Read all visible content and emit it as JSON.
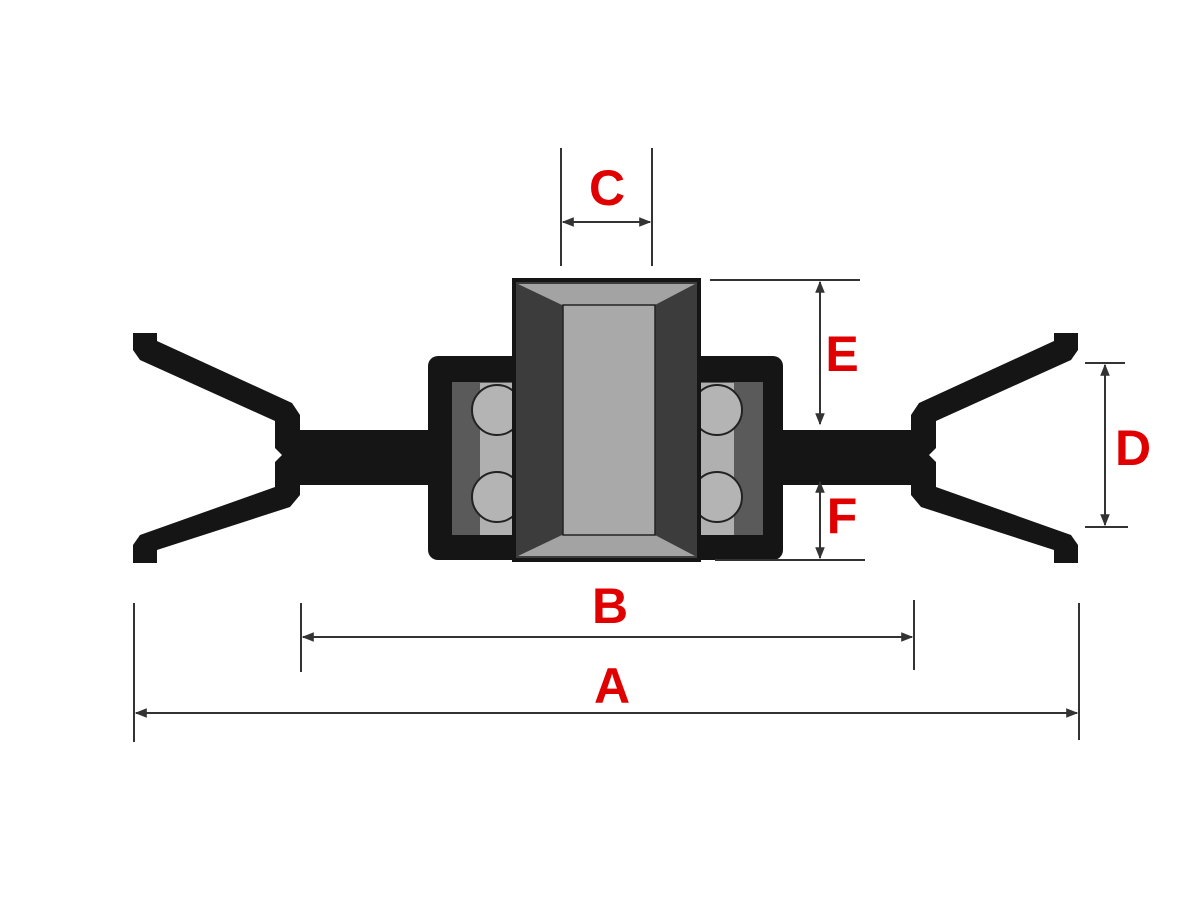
{
  "labels": {
    "a": "A",
    "b": "B",
    "c": "C",
    "d": "D",
    "e": "E",
    "f": "F"
  },
  "colors": {
    "label": "#e00000",
    "profile": "#151515",
    "shaft": "#3c3c3c",
    "light": "#a9a9a9",
    "housing_inner": "#5a5a5a"
  }
}
